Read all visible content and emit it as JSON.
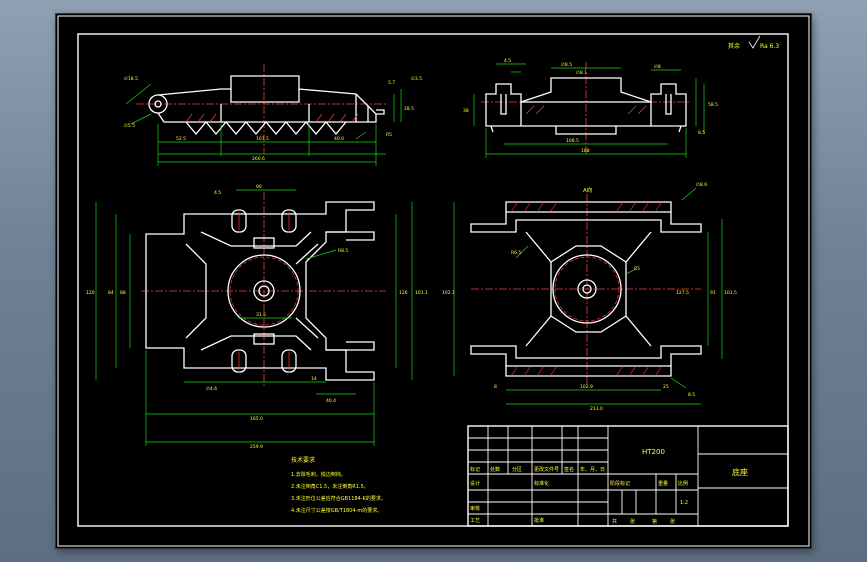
{
  "drawing": {
    "part_material": "HT200",
    "part_name": "底座",
    "scale": "1:2",
    "surface_note": "其余",
    "surface_value": "Ra 6.3",
    "section_label": "A向"
  },
  "tech_requirements": {
    "title": "技术要求",
    "items": [
      "1.去除毛刺，锐边倒钝。",
      "2.未注倒角C1.5，未注倒角R1.5。",
      "3.未注形位公差应符合GB1184-K的要求。",
      "4.未注尺寸公差按GB/T1804-m的要求。"
    ]
  },
  "title_block": {
    "header_labels": [
      "标记",
      "处数",
      "分区",
      "更改文件号",
      "签名",
      "年、月、日"
    ],
    "row_labels": [
      "设计",
      "标准化",
      "审核",
      "工艺",
      "批准"
    ],
    "stage_labels": [
      "阶段标记",
      "重量",
      "比例"
    ],
    "bottom_labels": [
      "共",
      "张",
      "第",
      "张"
    ]
  },
  "colors": {
    "line": "#ffffff",
    "center": "#ff3b3b",
    "dimension": "#19d419",
    "text": "#ffff33",
    "hatch": "#ff3b3b"
  }
}
